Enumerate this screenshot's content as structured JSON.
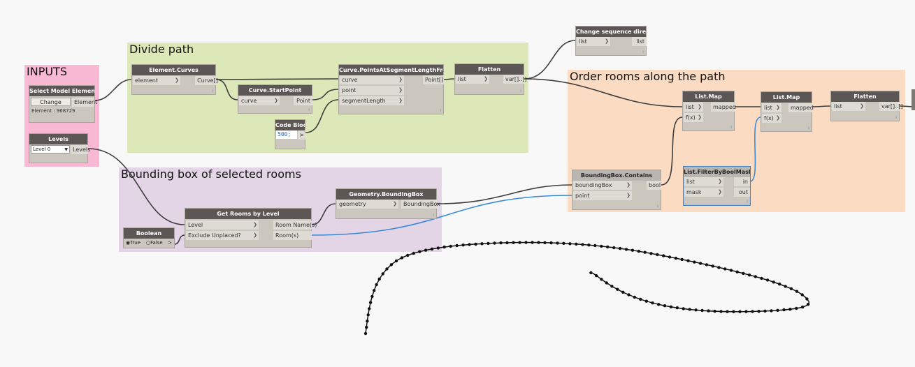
{
  "groups": {
    "inputs": "INPUTS",
    "divide_path": "Divide path",
    "bounding_box": "Bounding box of selected rooms",
    "order_rooms": "Order rooms along the path"
  },
  "nodes": {
    "select_model_element": {
      "title": "Select Model Element",
      "button": "Change",
      "output": "Element",
      "info": "Element : 968729"
    },
    "levels": {
      "title": "Levels",
      "selected": "Level 0",
      "output": "Levels"
    },
    "element_curves": {
      "title": "Element.Curves",
      "input": "element",
      "output": "Curve[]"
    },
    "curve_start_point": {
      "title": "Curve.StartPoint",
      "input": "curve",
      "output": "Point"
    },
    "code_block": {
      "title": "Code Block",
      "code": "500;",
      "output": ">"
    },
    "points_at_segment": {
      "title": "Curve.PointsAtSegmentLengthFromPoint",
      "inputs": [
        "curve",
        "point",
        "segmentLength"
      ],
      "output": "Point[]"
    },
    "flatten1": {
      "title": "Flatten",
      "input": "list",
      "output": "var[]..[]"
    },
    "change_direction": {
      "title": "Change sequence direction",
      "input": "list",
      "output": "list"
    },
    "list_map1": {
      "title": "List.Map",
      "inputs": [
        "list",
        "f(x)"
      ],
      "output": "mapped"
    },
    "list_map2": {
      "title": "List.Map",
      "inputs": [
        "list",
        "f(x)"
      ],
      "output": "mapped"
    },
    "flatten2": {
      "title": "Flatten",
      "input": "list",
      "output": "var[]..[]"
    },
    "bbox_contains": {
      "title": "BoundingBox.Contains",
      "inputs": [
        "boundingBox",
        "point"
      ],
      "output": "bool"
    },
    "filter_by_bool": {
      "title": "List.FilterByBoolMask",
      "inputs": [
        "list",
        "mask"
      ],
      "outputs": [
        "in",
        "out"
      ]
    },
    "geometry_bbox": {
      "title": "Geometry.BoundingBox",
      "input": "geometry",
      "output": "BoundingBox"
    },
    "get_rooms": {
      "title": "Get Rooms by Level",
      "inputs": [
        "Level",
        "Exclude Unplaced?"
      ],
      "outputs": [
        "Room Name(s)",
        "Room(s)"
      ]
    },
    "boolean": {
      "title": "Boolean",
      "true_label": "True",
      "false_label": "False",
      "output": ">"
    }
  },
  "colors": {
    "inputs_group": "#f9b8d4",
    "divide_group": "#dde8b8",
    "bbox_group": "#e3d4e6",
    "order_group": "#fbdcc2",
    "node_header": "#5c5755",
    "wire": "#3d3d3d",
    "wire_selected": "#3a8ad6"
  }
}
